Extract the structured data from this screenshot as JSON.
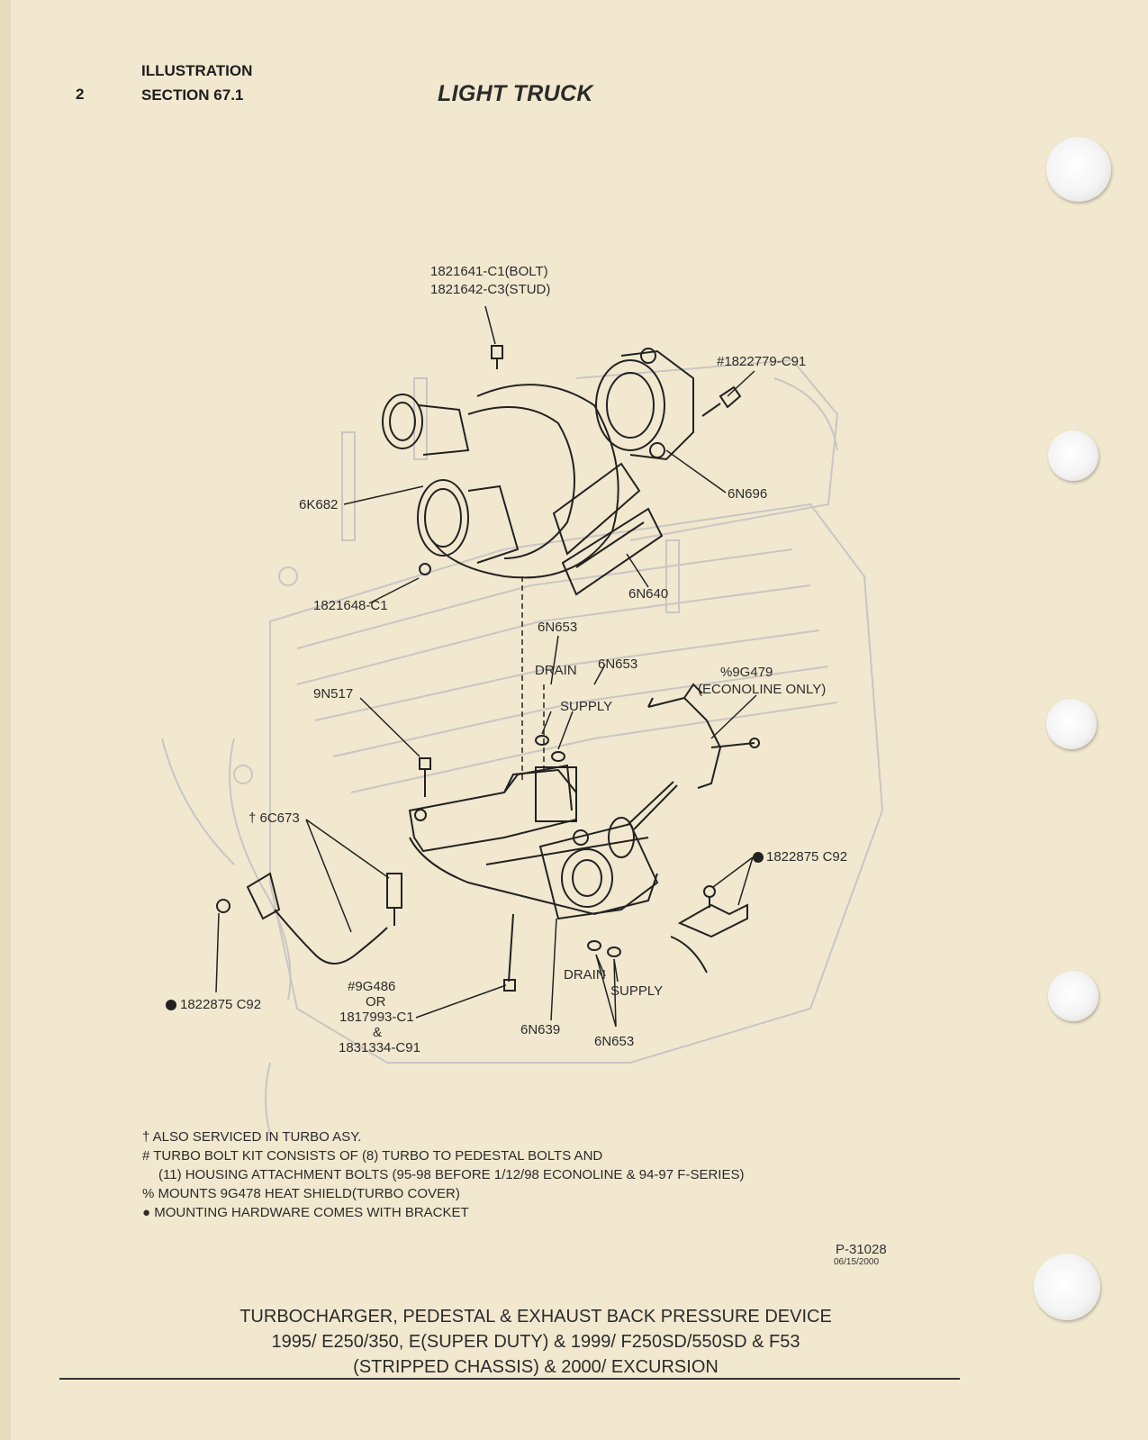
{
  "header": {
    "page_number": "2",
    "section_line1": "ILLUSTRATION",
    "section_line2": "SECTION 67.1",
    "title": "LIGHT TRUCK"
  },
  "callouts": {
    "bolt_stud_1": "1821641-C1(BOLT)",
    "bolt_stud_2": "1821642-C3(STUD)",
    "bolt_kit": "#1822779-C91",
    "turbo": "6K682",
    "part_6n696": "6N696",
    "part_6n640": "6N640",
    "part_1821648": "1821648-C1",
    "part_6n653_top": "6N653",
    "drain_top": "DRAIN",
    "part_6n653_mid": "6N653",
    "supply_top": "SUPPLY",
    "heat_shield_1": "%9G479",
    "heat_shield_2": "(ECONOLINE ONLY)",
    "part_9n517": "9N517",
    "part_6c673": "† 6C673",
    "bracket_hw_right": "1822875 C92",
    "bracket_hw_left": "1822875 C92",
    "pedestal_bolt_1": "#9G486",
    "pedestal_bolt_2": "OR",
    "pedestal_bolt_3": "1817993-C1",
    "pedestal_bolt_4": "&",
    "pedestal_bolt_5": "1831334-C91",
    "part_6n639": "6N639",
    "drain_bottom": "DRAIN",
    "supply_bottom": "SUPPLY",
    "part_6n653_bottom": "6N653"
  },
  "notes": [
    "† ALSO SERVICED IN TURBO ASY.",
    "# TURBO BOLT KIT CONSISTS OF (8) TURBO TO PEDESTAL BOLTS AND",
    "(11) HOUSING ATTACHMENT BOLTS (95-98 BEFORE 1/12/98 ECONOLINE & 94-97 F-SERIES)",
    "% MOUNTS 9G478 HEAT SHIELD(TURBO COVER)",
    "● MOUNTING HARDWARE COMES WITH BRACKET"
  ],
  "illustration_number": "P-31028",
  "illustration_date": "06/15/2000",
  "caption": [
    "TURBOCHARGER, PEDESTAL & EXHAUST BACK PRESSURE DEVICE",
    "1995/ E250/350, E(SUPER DUTY) & 1999/ F250SD/550SD & F53",
    "(STRIPPED CHASSIS) & 2000/ EXCURSION"
  ]
}
